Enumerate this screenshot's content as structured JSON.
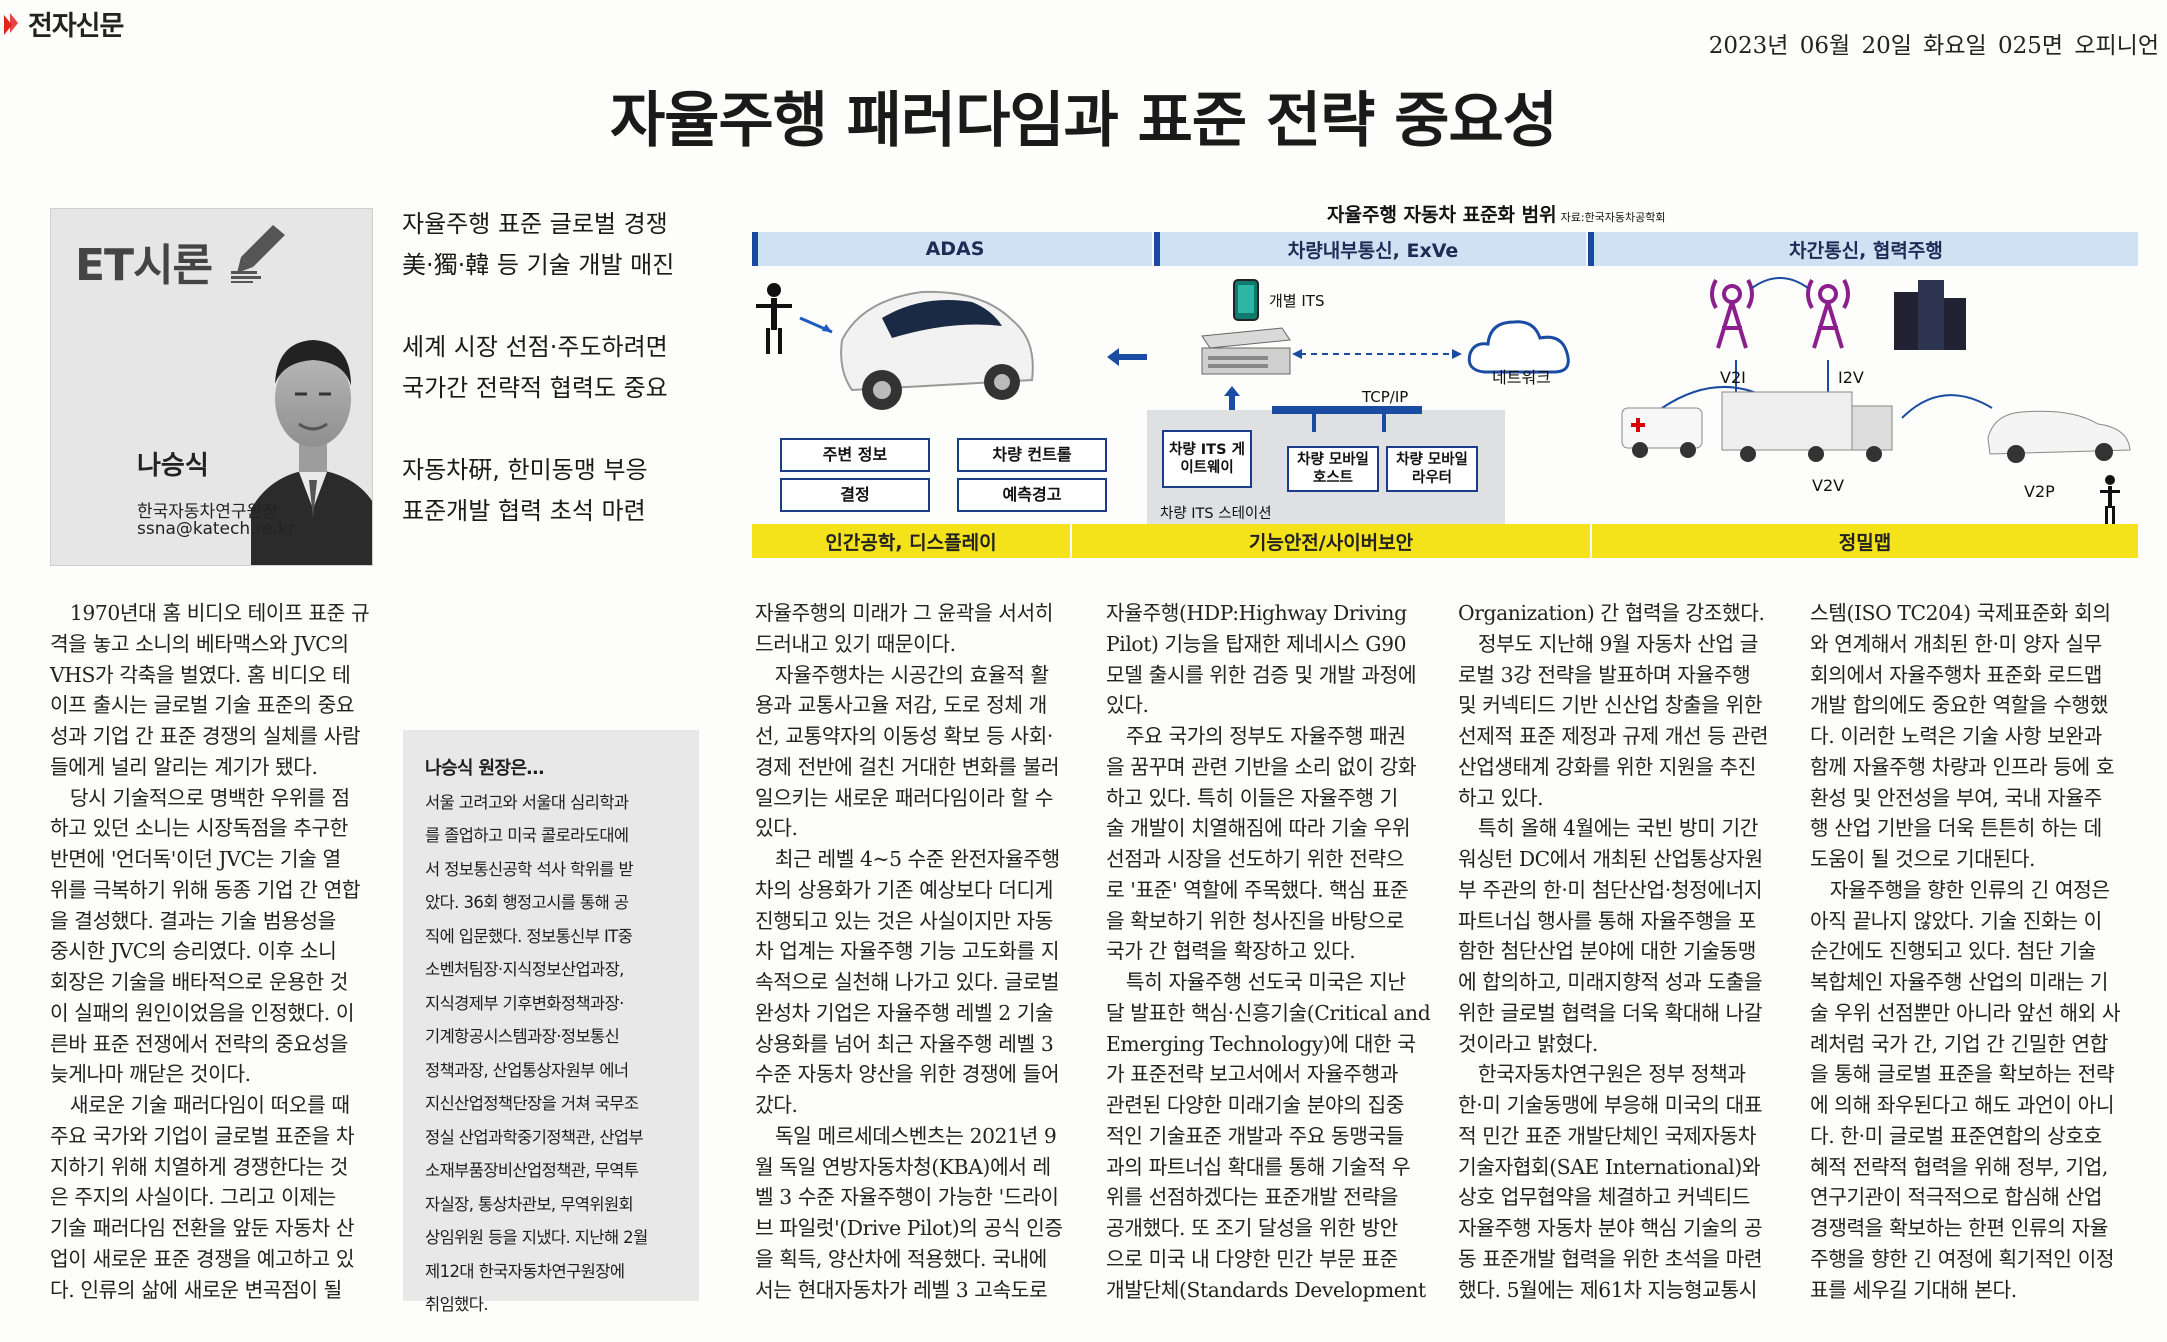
{
  "masthead": {
    "name": "전자신문"
  },
  "dateline": "2023년 06월 20일 화요일 025면 오피니언",
  "headline": "자율주행 패러다임과 표준 전략 중요성",
  "column_box": {
    "title": "ET시론",
    "author_name": "나승식",
    "author_org": "한국자동차연구원장",
    "author_email": "ssna@katech.re.kr"
  },
  "summary": [
    [
      "자율주행 표준 글로벌 경쟁",
      "美·獨·韓 등 기술 개발 매진"
    ],
    [
      "세계 시장 선점·주도하려면",
      "국가간 전략적 협력도 중요"
    ],
    [
      "자동차硏, 한미동맹 부응",
      "표준개발 협력 초석 마련"
    ]
  ],
  "figure": {
    "title": "자율주행 자동차 표준화 범위",
    "source": "자료:한국자동차공학회",
    "top_bars": [
      "ADAS",
      "차량내부통신, ExVe",
      "차간통신, 협력주행"
    ],
    "bottom_bars": [
      "인간공학, 디스플레이",
      "기능안전/사이버보안",
      "정밀맵"
    ],
    "adas_boxes": [
      "주변 정보",
      "차량 컨트롤",
      "결정",
      "예측경고"
    ],
    "its_labels": {
      "device": "개별 ITS",
      "network": "네트워크",
      "protocol": "TCP/IP",
      "gateway": "차량 ITS 게이트웨이",
      "host": "차량 모바일 호스트",
      "router": "차량 모바일 라우터",
      "station": "차량 ITS 스테이션"
    },
    "v2x_labels": [
      "V2I",
      "I2V",
      "V2V",
      "V2P"
    ]
  },
  "bio": {
    "heading": "나승식 원장은…",
    "lines": [
      "서울 고려고와 서울대 심리학과",
      "를 졸업하고 미국 콜로라도대에",
      "서 정보통신공학 석사 학위를 받",
      "았다. 36회 행정고시를 통해 공",
      "직에 입문했다. 정보통신부 IT중",
      "소벤처팀장·지식정보산업과장,",
      "지식경제부 기후변화정책과장·",
      "기계항공시스템과장·정보통신",
      "정책과장, 산업통상자원부 에너",
      "지신산업정책단장을 거쳐 국무조",
      "정실 산업과학중기정책관, 산업부",
      "소재부품장비산업정책관, 무역투",
      "자실장, 통상차관보, 무역위원회",
      "상임위원 등을 지냈다. 지난해 2월",
      "제12대 한국자동차연구원장에",
      "취임했다."
    ]
  },
  "body_columns": [
    [
      "　1970년대 홈 비디오 테이프 표준 규",
      "격을 놓고 소니의 베타맥스와 JVC의",
      "VHS가 각축을 벌였다. 홈 비디오 테",
      "이프 출시는 글로벌 기술 표준의 중요",
      "성과 기업 간 표준 경쟁의 실체를 사람",
      "들에게 널리 알리는 계기가 됐다.",
      "　당시 기술적으로 명백한 우위를 점",
      "하고 있던 소니는 시장독점을 추구한",
      "반면에 '언더독'이던 JVC는 기술 열",
      "위를 극복하기 위해 동종 기업 간 연합",
      "을 결성했다. 결과는 기술 범용성을",
      "중시한 JVC의 승리였다. 이후 소니",
      "회장은 기술을 배타적으로 운용한 것",
      "이 실패의 원인이었음을 인정했다. 이",
      "른바 표준 전쟁에서 전략의 중요성을",
      "늦게나마 깨닫은 것이다.",
      "　새로운 기술 패러다임이 떠오를 때",
      "주요 국가와 기업이 글로벌 표준을 차",
      "지하기 위해 치열하게 경쟁한다는 것",
      "은 주지의 사실이다. 그리고 이제는",
      "기술 패러다임 전환을 앞둔 자동차 산",
      "업이 새로운 표준 경쟁을 예고하고 있",
      "다. 인류의 삶에 새로운 변곡점이 될"
    ],
    [
      "자율주행의 미래가 그 윤곽을 서서히",
      "드러내고 있기 때문이다.",
      "　자율주행차는 시공간의 효율적 활",
      "용과 교통사고율 저감, 도로 정체 개",
      "선, 교통약자의 이동성 확보 등 사회·",
      "경제 전반에 걸친 거대한 변화를 불러",
      "일으키는 새로운 패러다임이라 할 수",
      "있다.",
      "　최근 레벨 4~5 수준 완전자율주행",
      "차의 상용화가 기존 예상보다 더디게",
      "진행되고 있는 것은 사실이지만 자동",
      "차 업계는 자율주행 기능 고도화를 지",
      "속적으로 실천해 나가고 있다. 글로벌",
      "완성차 기업은 자율주행 레벨 2 기술",
      "상용화를 넘어 최근 자율주행 레벨 3",
      "수준 자동차 양산을 위한 경쟁에 들어",
      "갔다.",
      "　독일 메르세데스벤츠는 2021년 9",
      "월 독일 연방자동차청(KBA)에서 레",
      "벨 3 수준 자율주행이 가능한 '드라이",
      "브 파일럿'(Drive Pilot)의 공식 인증",
      "을 획득, 양산차에 적용했다. 국내에",
      "서는 현대자동차가 레벨 3 고속도로"
    ],
    [
      "자율주행(HDP:Highway Driving",
      "Pilot) 기능을 탑재한 제네시스 G90",
      "모델 출시를 위한 검증 및 개발 과정에",
      "있다.",
      "　주요 국가의 정부도 자율주행 패권",
      "을 꿈꾸며 관련 기반을 소리 없이 강화",
      "하고 있다. 특히 이들은 자율주행 기",
      "술 개발이 치열해짐에 따라 기술 우위",
      "선점과 시장을 선도하기 위한 전략으",
      "로 '표준' 역할에 주목했다. 핵심 표준",
      "을 확보하기 위한 청사진을 바탕으로",
      "국가 간 협력을 확장하고 있다.",
      "　특히 자율주행 선도국 미국은 지난",
      "달 발표한 핵심·신흥기술(Critical and",
      "Emerging Technology)에 대한 국",
      "가 표준전략 보고서에서 자율주행과",
      "관련된 다양한 미래기술 분야의 집중",
      "적인 기술표준 개발과 주요 동맹국들",
      "과의 파트너십 확대를 통해 기술적 우",
      "위를 선점하겠다는 표준개발 전략을",
      "공개했다. 또 조기 달성을 위한 방안",
      "으로 미국 내 다양한 민간 부문 표준",
      "개발단체(Standards Development"
    ],
    [
      "Organization) 간 협력을 강조했다.",
      "　정부도 지난해 9월 자동차 산업 글",
      "로벌 3강 전략을 발표하며 자율주행",
      "및 커넥티드 기반 신산업 창출을 위한",
      "선제적 표준 제정과 규제 개선 등 관련",
      "산업생태계 강화를 위한 지원을 추진",
      "하고 있다.",
      "　특히 올해 4월에는 국빈 방미 기간",
      "워싱턴 DC에서 개최된 산업통상자원",
      "부 주관의 한·미 첨단산업·청정에너지",
      "파트너십 행사를 통해 자율주행을 포",
      "함한 첨단산업 분야에 대한 기술동맹",
      "에 합의하고, 미래지향적 성과 도출을",
      "위한 글로벌 협력을 더욱 확대해 나갈",
      "것이라고 밝혔다.",
      "　한국자동차연구원은 정부 정책과",
      "한·미 기술동맹에 부응해 미국의 대표",
      "적 민간 표준 개발단체인 국제자동차",
      "기술자협회(SAE International)와",
      "상호 업무협약을 체결하고 커넥티드",
      "자율주행 자동차 분야 핵심 기술의 공",
      "동 표준개발 협력을 위한 초석을 마련",
      "했다. 5월에는 제61차 지능형교통시"
    ],
    [
      "스템(ISO TC204) 국제표준화 회의",
      "와 연계해서 개최된 한·미 양자 실무",
      "회의에서 자율주행차 표준화 로드맵",
      "개발 합의에도 중요한 역할을 수행했",
      "다. 이러한 노력은 기술 사항 보완과",
      "함께 자율주행 차량과 인프라 등에 호",
      "환성 및 안전성을 부여, 국내 자율주",
      "행 산업 기반을 더욱 튼튼히 하는 데",
      "도움이 될 것으로 기대된다.",
      "　자율주행을 향한 인류의 긴 여정은",
      "아직 끝나지 않았다. 기술 진화는 이",
      "순간에도 진행되고 있다. 첨단 기술",
      "복합체인 자율주행 산업의 미래는 기",
      "술 우위 선점뿐만 아니라 앞선 해외 사",
      "례처럼 국가 간, 기업 간 긴밀한 연합",
      "을 통해 글로벌 표준을 확보하는 전략",
      "에 의해 좌우된다고 해도 과언이 아니",
      "다. 한·미 글로벌 표준연합의 상호호",
      "혜적 전략적 협력을 위해 정부, 기업,",
      "연구기관이 적극적으로 합심해 산업",
      "경쟁력을 확보하는 한편 인류의 자율",
      "주행을 향한 긴 여정에 획기적인 이정",
      "표를 세우길 기대해 본다."
    ]
  ]
}
